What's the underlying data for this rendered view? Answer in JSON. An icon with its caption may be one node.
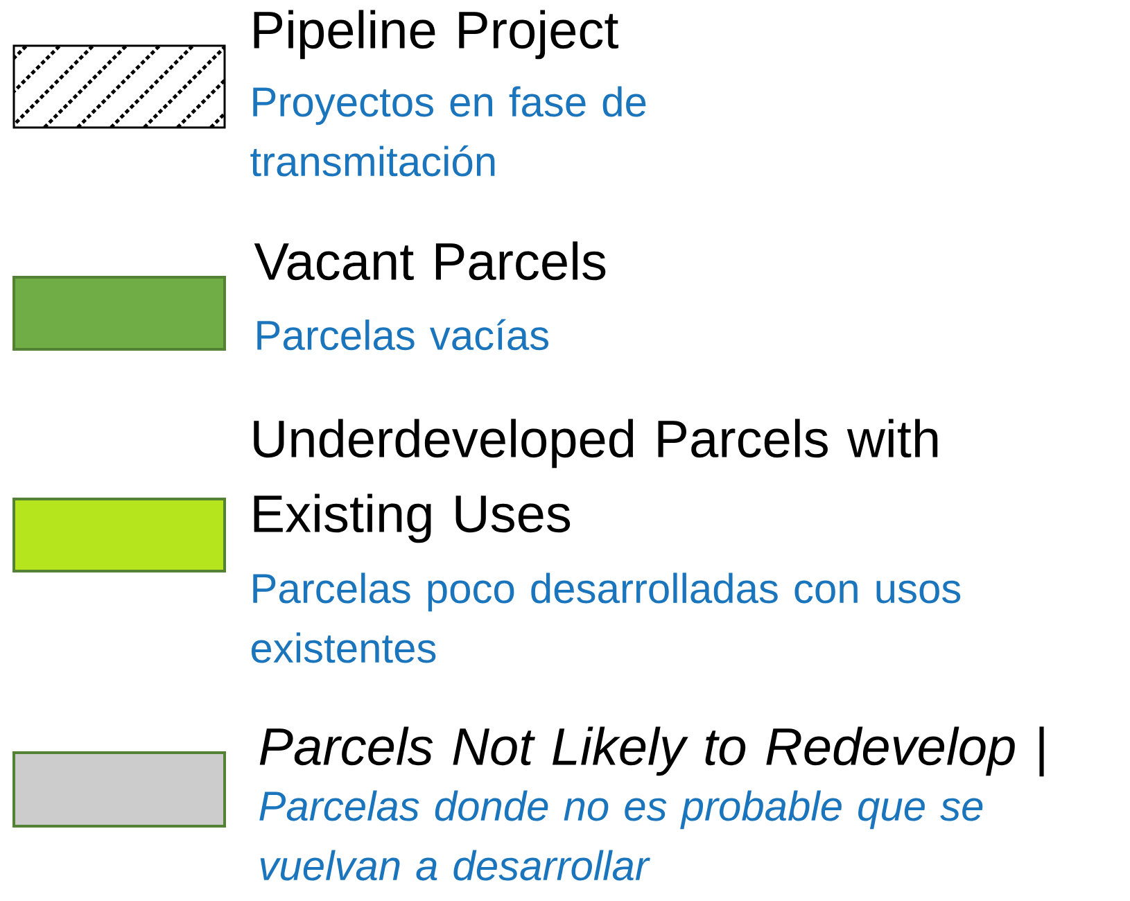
{
  "diagram": {
    "legend": [
      {
        "text": "Pipeline Project"
      },
      {
        "text": "Vacant Parcels",
        "color": "#70ad47"
      },
      {
        "text": "Underdeveloped Parcels with Existing Uses",
        "color": "#b5e61d"
      },
      {
        "text": "Parcels Not Likely to Redevelop |",
        "color": "#cccccc"
      }
    ],
    "labels": [
      "Proyectos en fase de transmitación",
      "Parcelas vacías",
      "Parcelas poco desarrolladas con usos existentes",
      "Parcelas donde no es probable que se vuelvan a desarrollar"
    ]
  }
}
